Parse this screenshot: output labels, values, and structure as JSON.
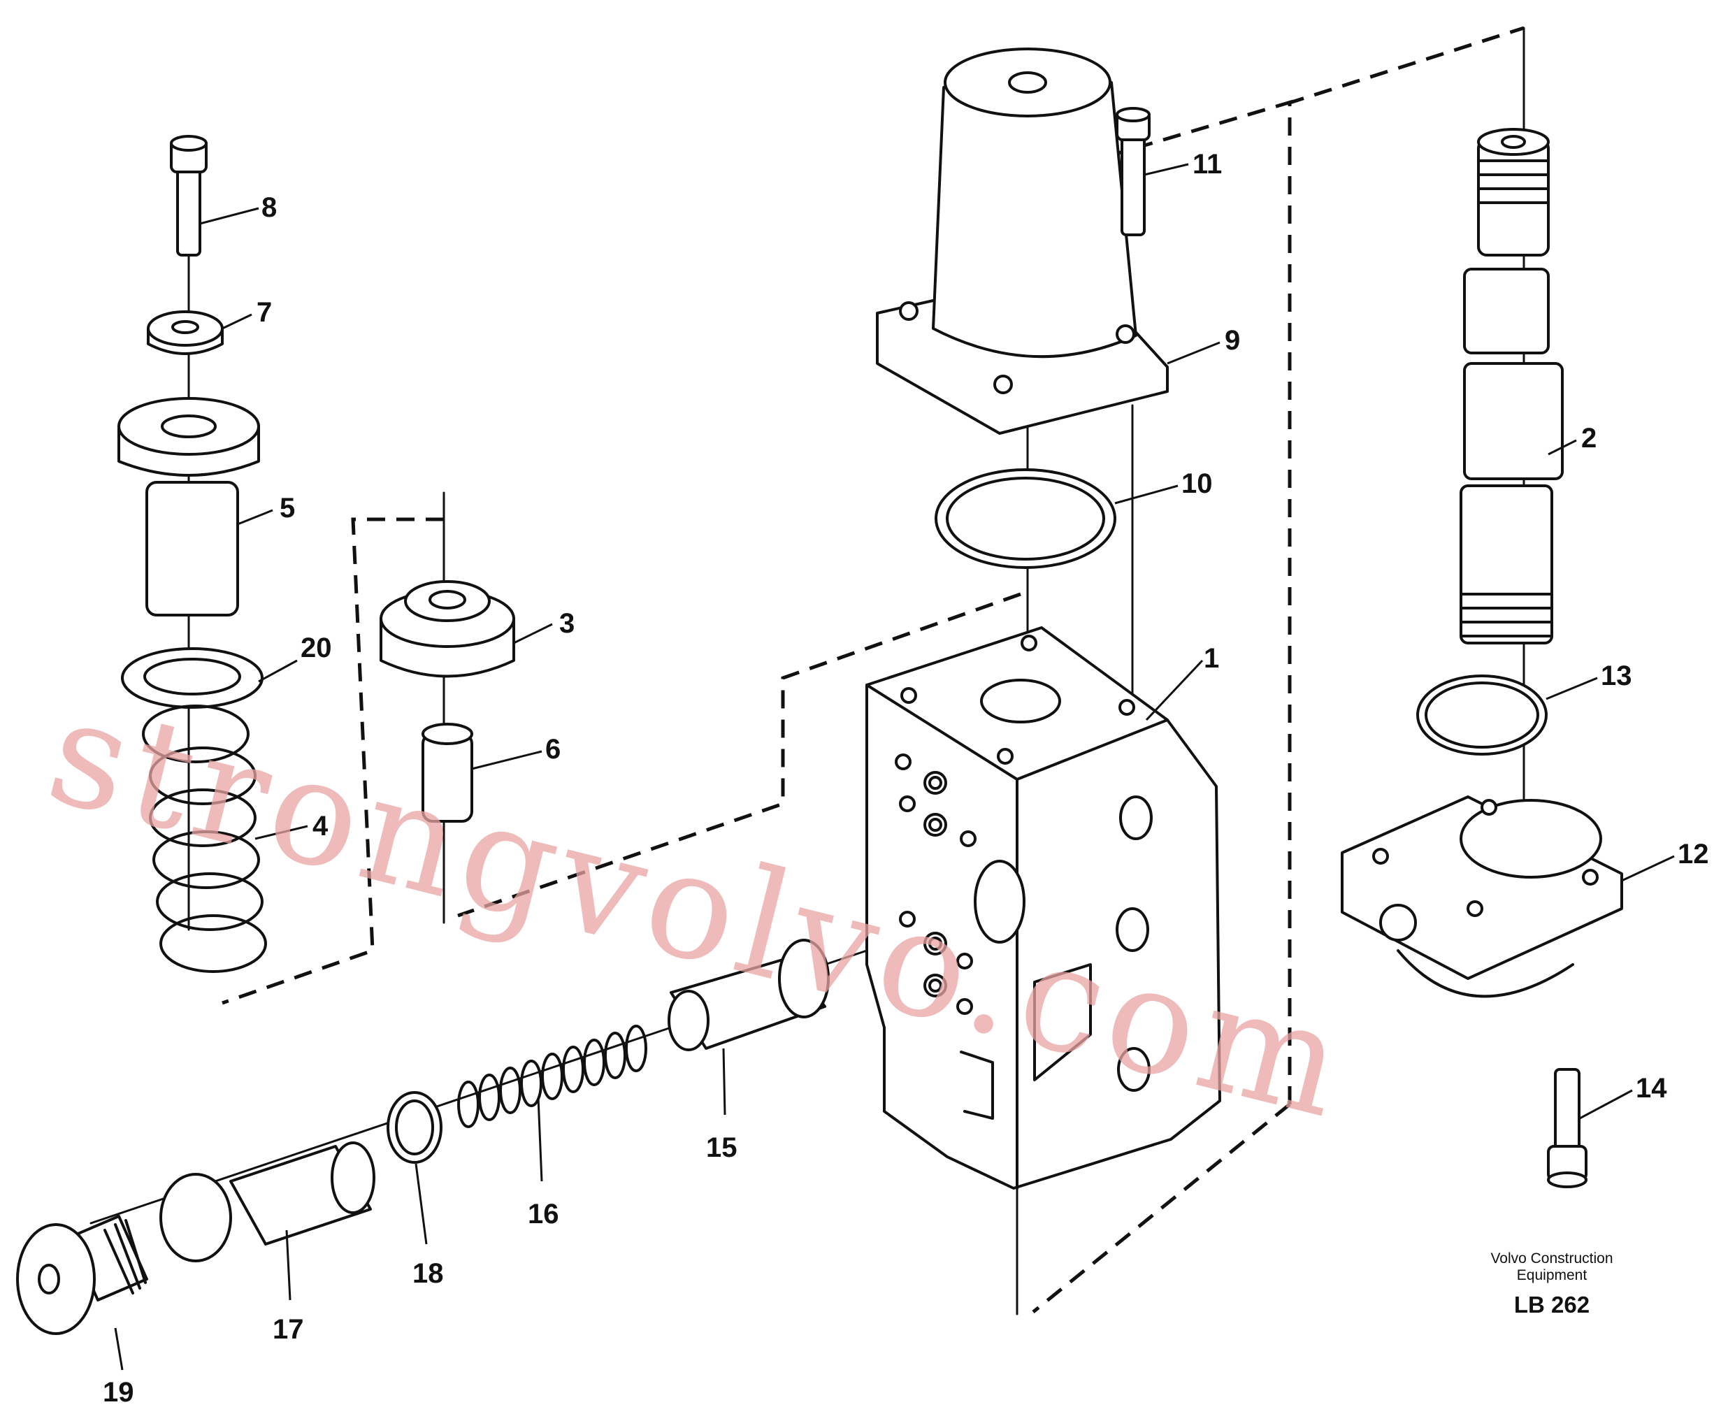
{
  "callouts": [
    "1",
    "2",
    "3",
    "4",
    "5",
    "6",
    "7",
    "8",
    "9",
    "10",
    "11",
    "12",
    "13",
    "14",
    "15",
    "16",
    "17",
    "18",
    "19",
    "20"
  ],
  "footer": {
    "line1": "Volvo Construction",
    "line2": "Equipment",
    "code": "LB 262"
  },
  "watermark": "strongvolvo.com",
  "colors": {
    "ink": "#111111",
    "watermark": "#e9a3a3",
    "background": "#ffffff"
  }
}
